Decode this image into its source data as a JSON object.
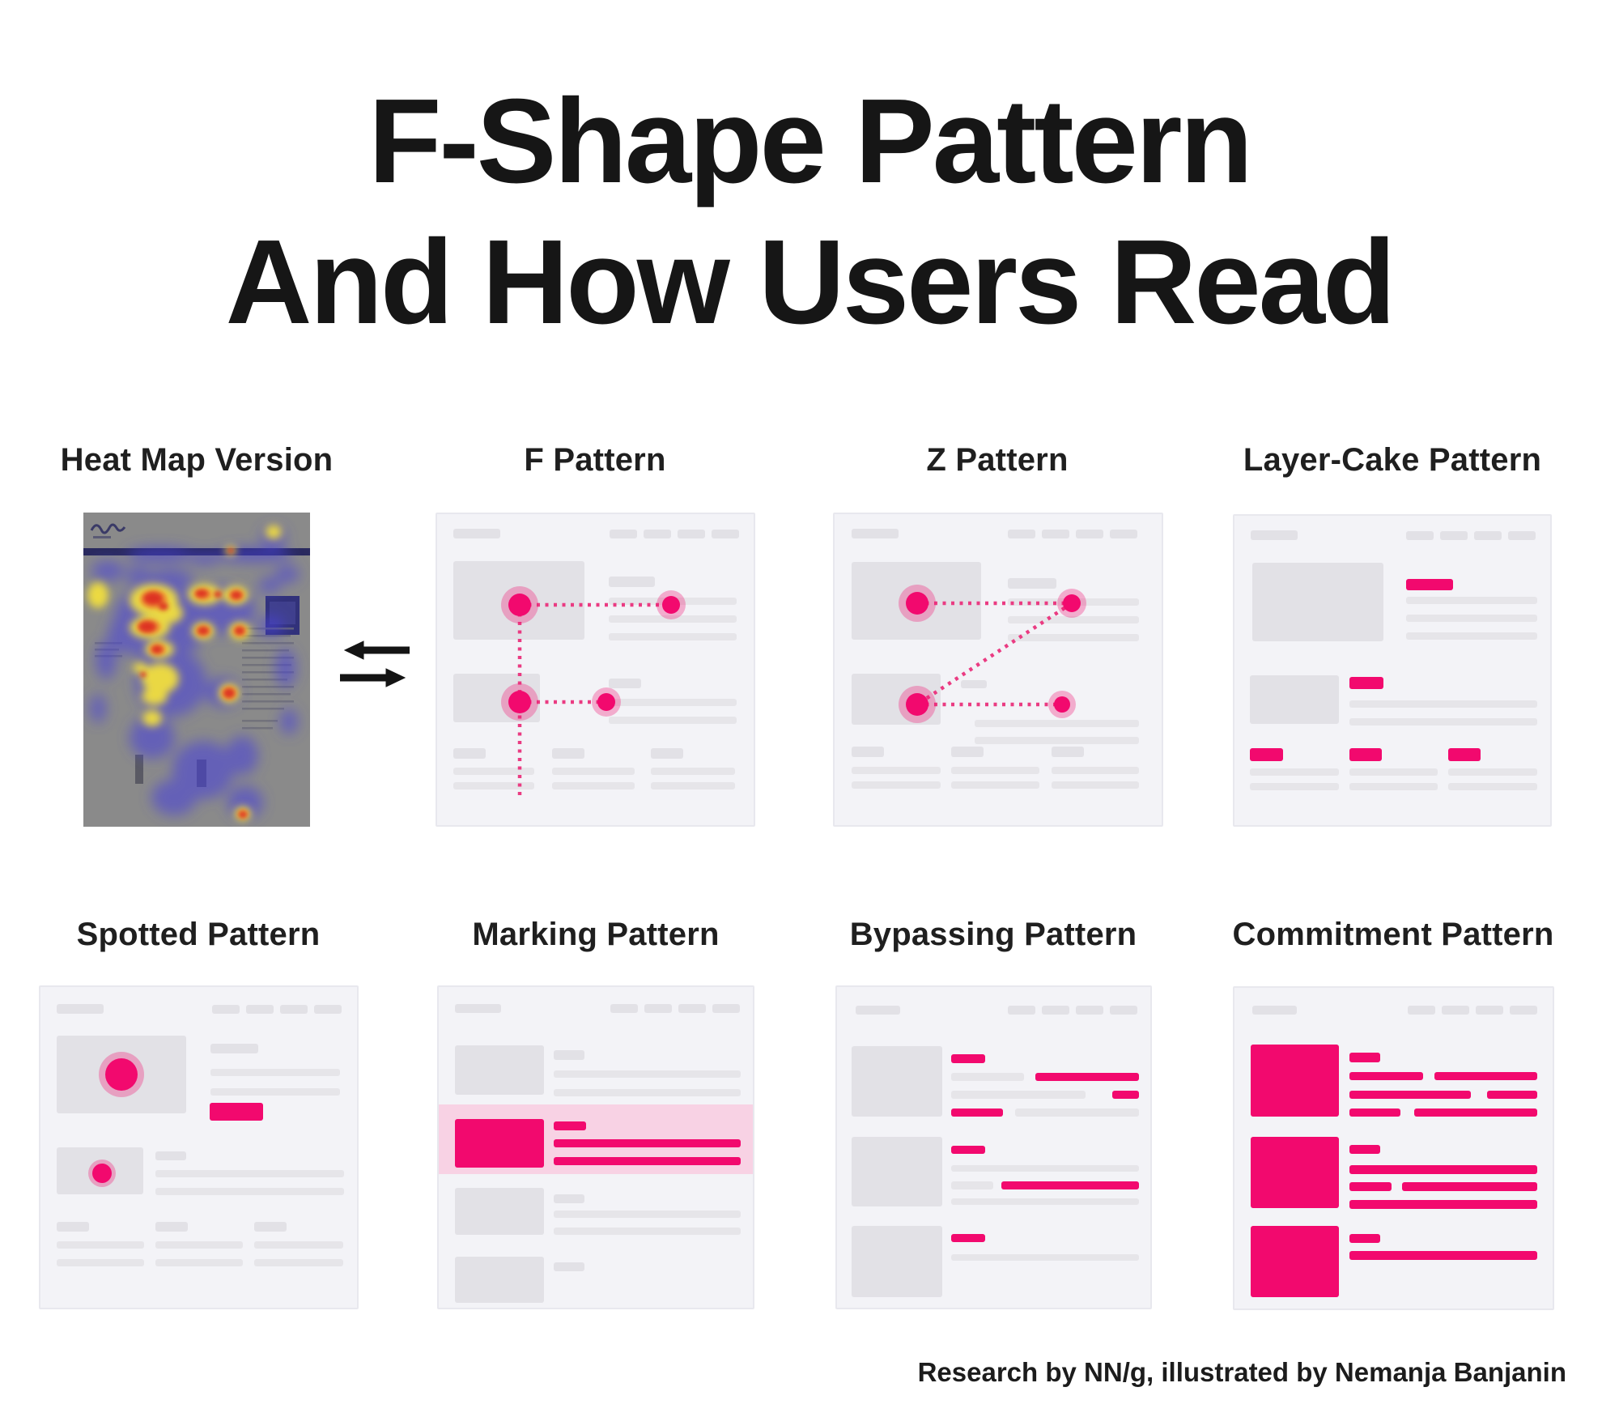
{
  "title": {
    "line1": "F-Shape Pattern",
    "line2": "And How Users Read"
  },
  "panels": [
    {
      "id": "heat-map",
      "label": "Heat Map Version"
    },
    {
      "id": "f-pattern",
      "label": "F Pattern"
    },
    {
      "id": "z-pattern",
      "label": "Z Pattern"
    },
    {
      "id": "layer-cake",
      "label": "Layer-Cake Pattern"
    },
    {
      "id": "spotted",
      "label": "Spotted Pattern"
    },
    {
      "id": "marking",
      "label": "Marking Pattern"
    },
    {
      "id": "bypassing",
      "label": "Bypassing Pattern"
    },
    {
      "id": "commitment",
      "label": "Commitment Pattern"
    }
  ],
  "credit": "Research by NN/g, illustrated by Nemanja Banjanin",
  "icons": {
    "equivalence_arrows": "⇆"
  },
  "colors": {
    "accent_pink": "#F2096E",
    "dotted_pink": "#EA3B82",
    "highlight_pink": "#F8D2E4",
    "panel_bg": "#F3F3F7",
    "panel_border": "#E8E8EE",
    "gray_block": "#E2E1E6",
    "gray_line": "#E6E5E9",
    "heat_page": "#8A8A8A",
    "heat_nav": "#22225A",
    "heat_blue": "#4A42D8",
    "heat_yellow": "#F2DF3E",
    "heat_orange": "#EE8832",
    "heat_red": "#DD2D20"
  }
}
